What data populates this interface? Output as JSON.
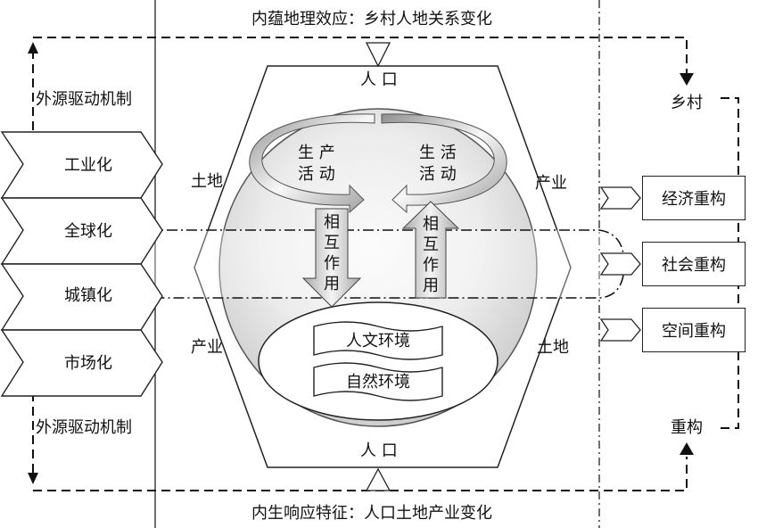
{
  "top_title": "内蕴地理效应：乡村人地关系变化",
  "bottom_title": "内生响应特征：人口土地产业变化",
  "left_mechanism_top": "外源驱动机制",
  "left_mechanism_bottom": "外源驱动机制",
  "drivers": [
    "工业化",
    "全球化",
    "城镇化",
    "市场化"
  ],
  "hexagon_labels": {
    "population_top": "人 口",
    "population_bottom": "人 口",
    "land_left": "土地",
    "industry_right": "产业",
    "industry_left": "产业",
    "land_right": "土地"
  },
  "production_activity": {
    "line1": "生 产",
    "line2": "活 动"
  },
  "life_activity": {
    "line1": "生 活",
    "line2": "活 动"
  },
  "interaction_left": "相互作用",
  "interaction_right": "相互作用",
  "environments": [
    "人文环境",
    "自然环境"
  ],
  "outcomes": [
    "经济重构",
    "社会重构",
    "空间重构"
  ],
  "rural_label": "乡村",
  "restructure_label": "重构"
}
